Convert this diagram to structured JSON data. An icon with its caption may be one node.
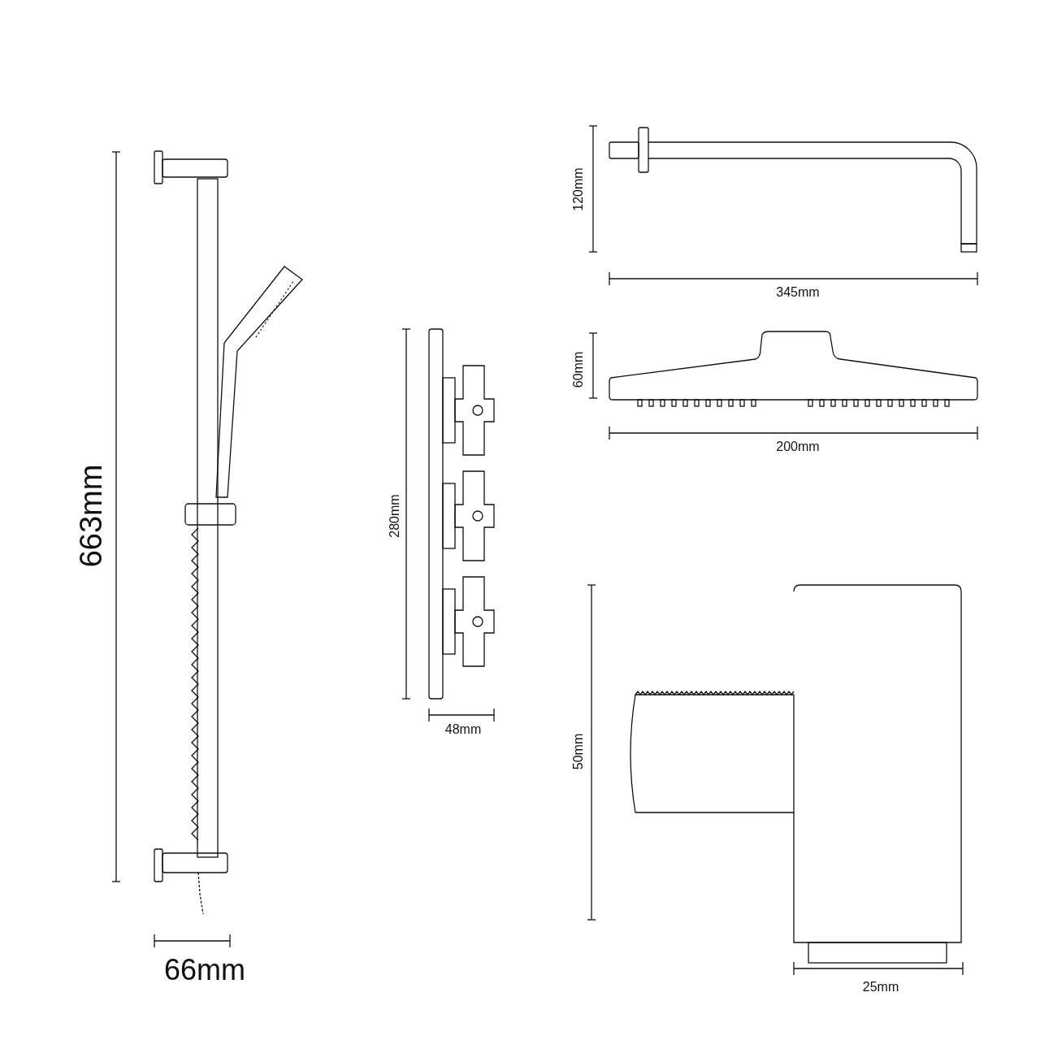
{
  "diagram": {
    "labels": [
      "663mm",
      "66mm",
      "280mm",
      "48mm",
      "120mm",
      "345mm",
      "60mm",
      "200mm",
      "50mm",
      "25mm"
    ]
  }
}
